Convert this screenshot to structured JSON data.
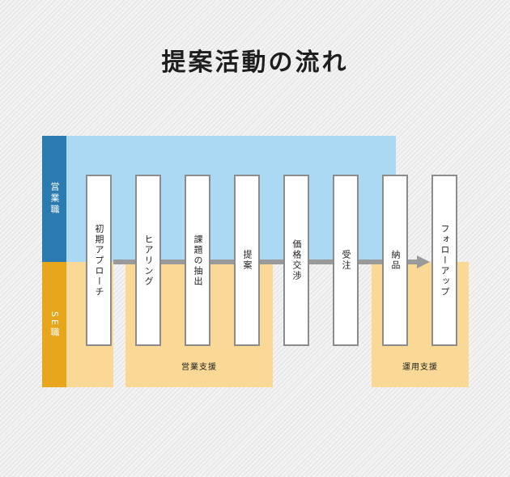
{
  "title": "提案活動の流れ",
  "roles": {
    "sales": "営業職",
    "se": "SE職"
  },
  "steps": [
    "初期アプローチ",
    "ヒアリング",
    "課題の抽出",
    "提案",
    "価格交渉",
    "受注",
    "納品",
    "フォローアップ"
  ],
  "support": {
    "sales": "営業支援",
    "ops": "運用支援"
  },
  "colors": {
    "sales_label": "#2b7bb1",
    "sales_zone": "#abd8f2",
    "se_label": "#e8a61c",
    "se_zone": "#f9d995",
    "arrow": "#9a9a9a"
  }
}
